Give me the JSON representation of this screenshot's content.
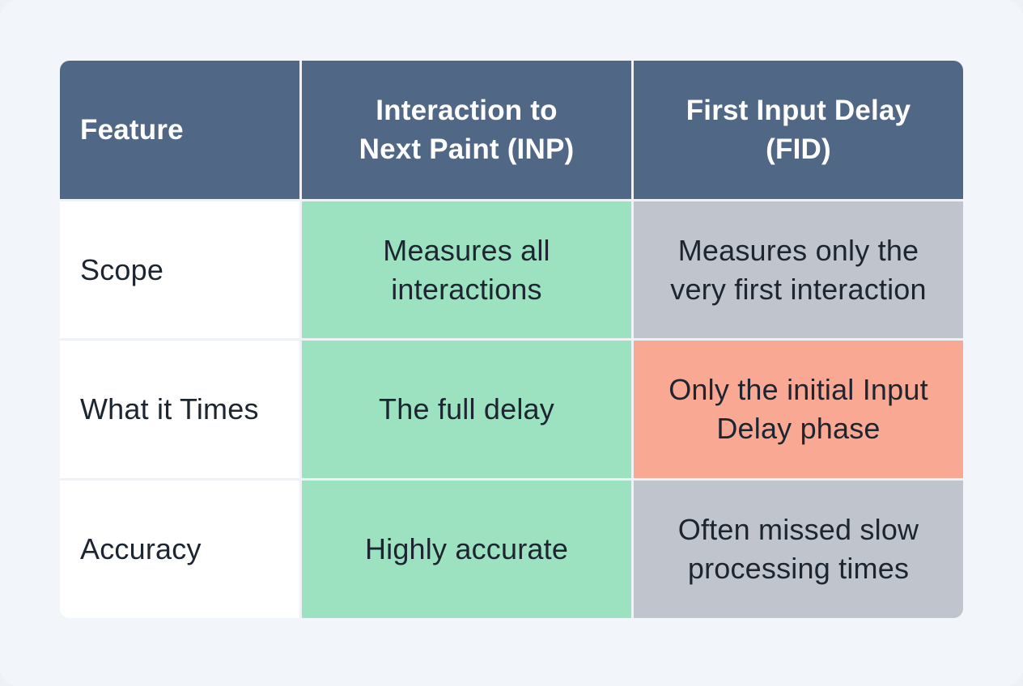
{
  "table": {
    "headers": [
      "Feature",
      "Interaction to\nNext Paint (INP)",
      "First Input Delay\n(FID)"
    ],
    "rows": [
      {
        "label": "Scope",
        "inp": "Measures all\ninteractions",
        "fid": "Measures only the\nvery first interaction"
      },
      {
        "label": "What it Times",
        "inp": "The full delay",
        "fid": "Only the initial Input\nDelay phase"
      },
      {
        "label": "Accuracy",
        "inp": "Highly accurate",
        "fid": "Often missed slow\nprocessing times"
      }
    ]
  },
  "colors": {
    "header": "#506785",
    "inp_cell": "#9ce2c1",
    "fid_neutral": "#c0c5cd",
    "fid_highlight": "#f9a993",
    "background": "#eef1f5"
  }
}
